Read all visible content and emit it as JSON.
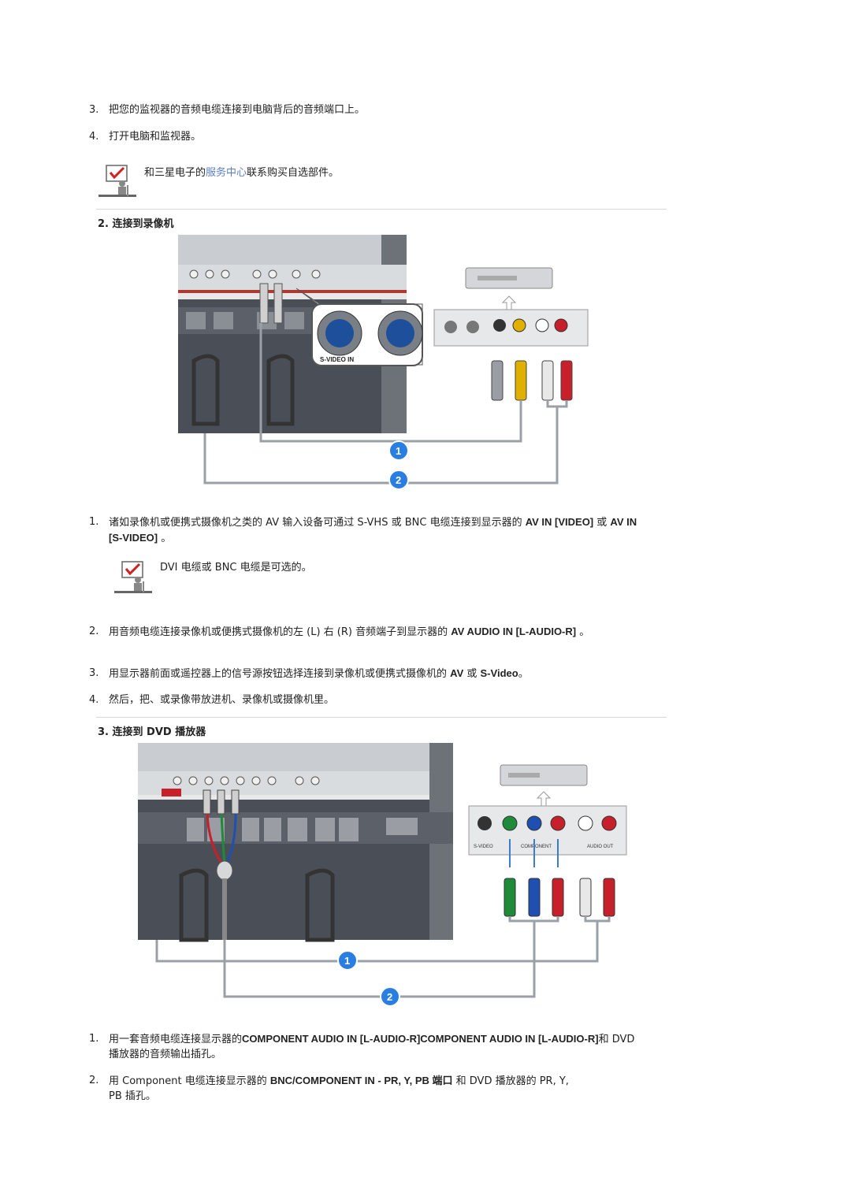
{
  "intro_steps": [
    {
      "num": "3.",
      "text": "把您的监视器的音频电缆连接到电脑背后的音频端口上。"
    },
    {
      "num": "4.",
      "text": "打开电脑和监视器。"
    }
  ],
  "note1": {
    "before": "和三星电子的",
    "link": "服务中心",
    "after": "联系购买自选部件。"
  },
  "section2": {
    "heading": "2. 连接到录像机",
    "figure": {
      "port_label": "S-VIDEO IN",
      "marker1": "1",
      "marker2": "2"
    },
    "step1": {
      "num": "1.",
      "text": "诸如录像机或便携式摄像机之类的 AV 输入设备可通过 S-VHS 或 BNC 电缆连接到显示器的 ",
      "bold1": "AV IN [VIDEO]",
      "mid": " 或 ",
      "bold2": "AV IN [S-VIDEO]",
      "end": " 。"
    },
    "note": "DVI 电缆或 BNC 电缆是可选的。",
    "step2": {
      "num": "2.",
      "text": "用音频电缆连接录像机或便携式摄像机的左 (L) 右 (R) 音频端子到显示器的 ",
      "bold": "AV AUDIO IN [L-AUDIO-R]",
      "end": " 。"
    },
    "step3": {
      "num": "3.",
      "text": "用显示器前面或遥控器上的信号源按钮选择连接到录像机或便携式摄像机的 ",
      "bold1": "AV",
      "mid": " 或 ",
      "bold2": "S-Video",
      "end": "。"
    },
    "step4": {
      "num": "4.",
      "text": "然后，把、或录像带放进机、录像机或摄像机里。"
    }
  },
  "section3": {
    "heading": "3. 连接到 DVD 播放器",
    "figure": {
      "marker1": "1",
      "marker2": "2",
      "lbl_svideo": "S-VIDEO",
      "lbl_component": "COMPONENT",
      "lbl_audio": "AUDIO OUT"
    },
    "step1": {
      "num": "1.",
      "text": "用一套音频电缆连接显示器的",
      "bold": "COMPONENT AUDIO IN [L-AUDIO-R]COMPONENT AUDIO IN [L-AUDIO-R]",
      "end": "和 DVD 播放器的音频输出插孔。"
    },
    "step2": {
      "num": "2.",
      "text": "用 Component 电缆连接显示器的 ",
      "bold": "BNC/COMPONENT IN - PR, Y, PB 端口",
      "mid": " 和 DVD 播放器的 PR, Y,",
      "end": "PB 插孔。"
    }
  },
  "colors": {
    "link": "#5b7fc6",
    "cable_yellow": "#e0b000",
    "cable_red": "#c8202a",
    "cable_green": "#1e8a3a",
    "cable_blue": "#1f4fb0",
    "marker_blue": "#2a7de1"
  }
}
